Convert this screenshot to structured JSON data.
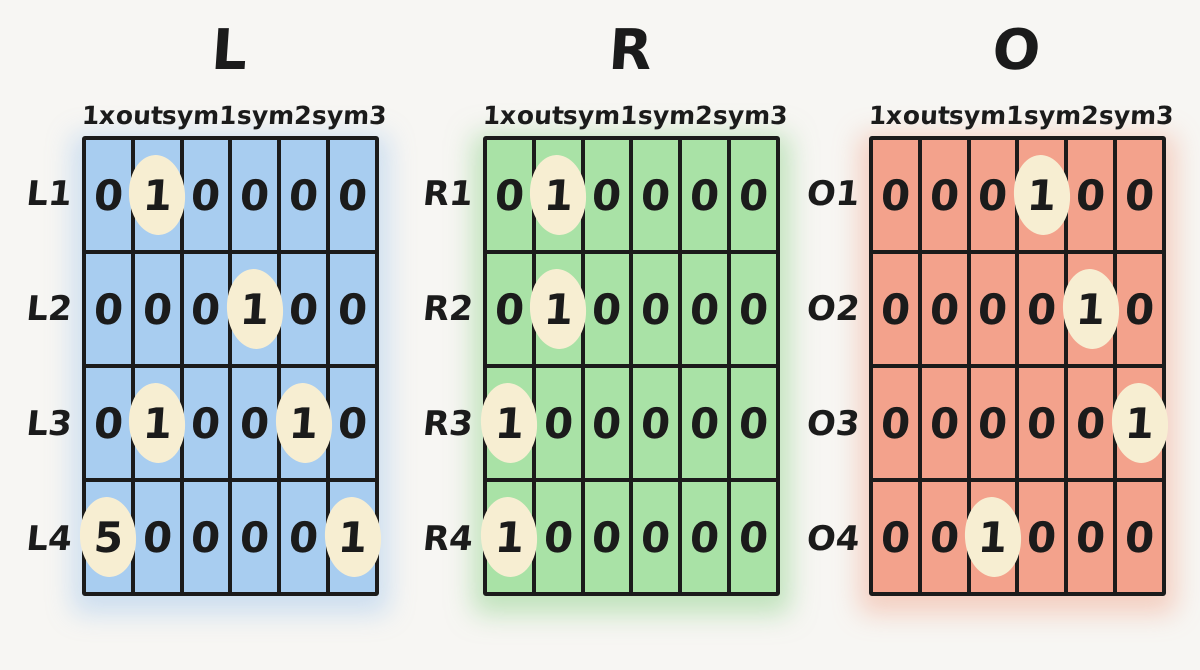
{
  "page": {
    "background": "#f7f6f3",
    "ink": "#1b1b1b",
    "highlight_color": "#f7eed2"
  },
  "header_labels": [
    "1",
    "x",
    "out",
    "sym1",
    "sym2",
    "sym3"
  ],
  "matrices": [
    {
      "name": "L",
      "title": "L",
      "cell_color": "#a8cdf0",
      "glow_color": "rgba(130, 180, 235, 0.35)",
      "row_labels": [
        "L1",
        "L2",
        "L3",
        "L4"
      ],
      "values": [
        [
          0,
          1,
          0,
          0,
          0,
          0
        ],
        [
          0,
          0,
          0,
          1,
          0,
          0
        ],
        [
          0,
          1,
          0,
          0,
          1,
          0
        ],
        [
          5,
          0,
          0,
          0,
          0,
          1
        ]
      ],
      "highlights": [
        [
          0,
          1
        ],
        [
          1,
          3
        ],
        [
          2,
          1
        ],
        [
          2,
          4
        ],
        [
          3,
          0
        ],
        [
          3,
          5
        ]
      ]
    },
    {
      "name": "R",
      "title": "R",
      "cell_color": "#a9e2a6",
      "glow_color": "rgba(140, 210, 135, 0.5)",
      "row_labels": [
        "R1",
        "R2",
        "R3",
        "R4"
      ],
      "values": [
        [
          0,
          1,
          0,
          0,
          0,
          0
        ],
        [
          0,
          1,
          0,
          0,
          0,
          0
        ],
        [
          1,
          0,
          0,
          0,
          0,
          0
        ],
        [
          1,
          0,
          0,
          0,
          0,
          0
        ]
      ],
      "highlights": [
        [
          0,
          1
        ],
        [
          1,
          1
        ],
        [
          2,
          0
        ],
        [
          3,
          0
        ]
      ]
    },
    {
      "name": "O",
      "title": "O",
      "cell_color": "#f3a28c",
      "glow_color": "rgba(240, 150, 120, 0.4)",
      "row_labels": [
        "O1",
        "O2",
        "O3",
        "O4"
      ],
      "values": [
        [
          0,
          0,
          0,
          1,
          0,
          0
        ],
        [
          0,
          0,
          0,
          0,
          1,
          0
        ],
        [
          0,
          0,
          0,
          0,
          0,
          1
        ],
        [
          0,
          0,
          1,
          0,
          0,
          0
        ]
      ],
      "highlights": [
        [
          0,
          3
        ],
        [
          1,
          4
        ],
        [
          2,
          5
        ],
        [
          3,
          2
        ]
      ]
    }
  ]
}
